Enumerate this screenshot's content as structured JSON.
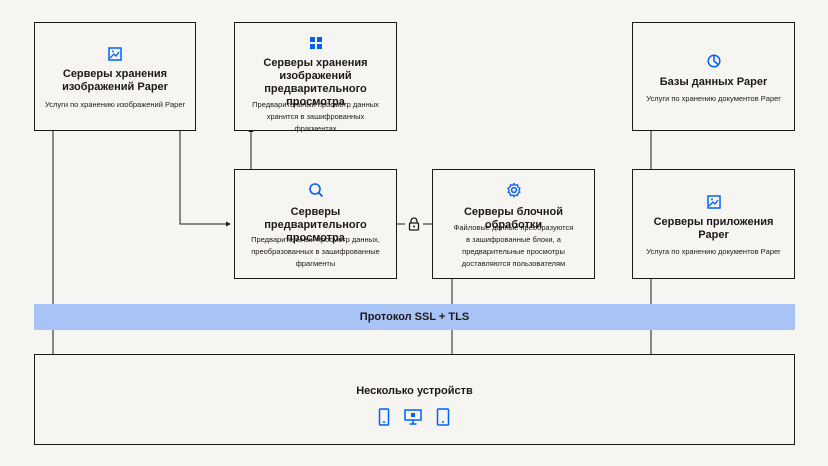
{
  "boxes": {
    "image_storage": {
      "title": "Серверы хранения изображений Paper",
      "desc": "Услуги по хранению изображений Paper",
      "icon": "image-icon"
    },
    "preview_storage": {
      "title": "Серверы хранения изображений предварительного просмотра",
      "desc": "Предварительный просмотр данных хранится в зашифрованных фрагментах",
      "icon": "grid-icon"
    },
    "databases": {
      "title": "Базы данных Paper",
      "desc": "Услуги по хранению документов Paper",
      "icon": "pie-chart-icon"
    },
    "preview_servers": {
      "title": "Серверы предварительного просмотра",
      "desc": "Предварительный просмотр данных, преобразованных в зашифрованные фрагменты",
      "icon": "search-icon"
    },
    "block_servers": {
      "title": "Серверы блочной обработки",
      "desc": "Файловые данные преобразуются в зашифрованные блоки, а предварительные просмотры доставляются пользователям",
      "icon": "gear-icon"
    },
    "app_servers": {
      "title": "Серверы приложения Paper",
      "desc": "Услуга по хранению документов Paper",
      "icon": "image-icon"
    },
    "devices": {
      "title": "Несколько устройств",
      "icons": [
        "phone-icon",
        "desktop-icon",
        "tablet-icon"
      ]
    }
  },
  "protocol_band": {
    "label": "Протокол SSL + TLS"
  },
  "colors": {
    "accent": "#0061fe",
    "band": "#a8c4f7",
    "line": "#1e1919",
    "background": "#f7f5f2"
  }
}
